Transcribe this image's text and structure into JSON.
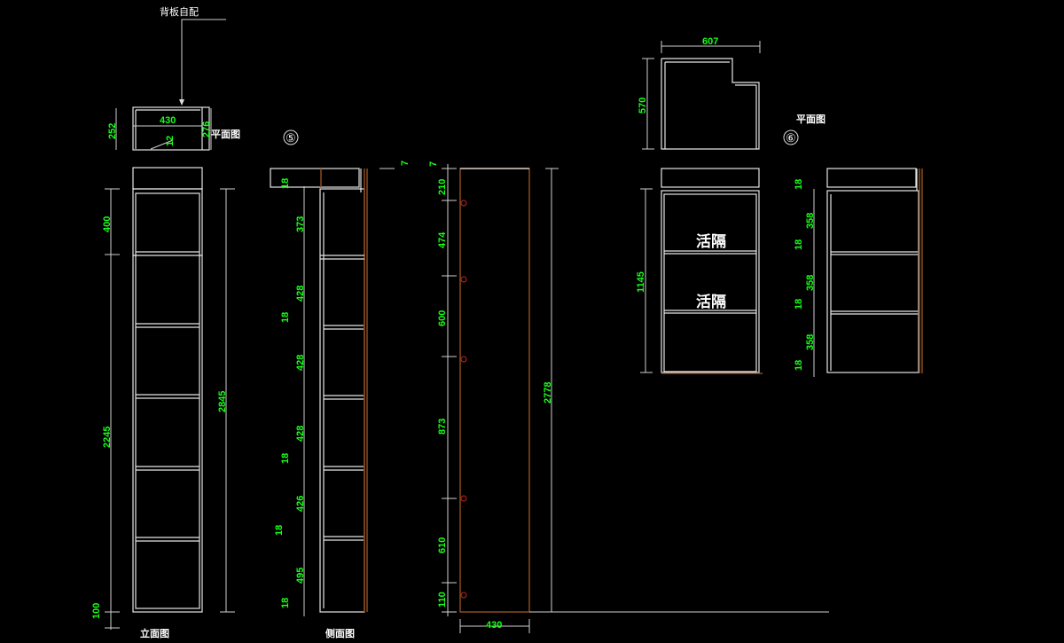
{
  "colors": {
    "background": "#000000",
    "lines": "#e6e6e6",
    "dimensions": "#19ff19",
    "back_panel": "#8a4a1c",
    "markers": "#d02020"
  },
  "labels": {
    "back_panel_note": "背板自配",
    "plan_view": "平面图",
    "elevation_view": "立面图",
    "side_view": "侧面图",
    "plan_view_6": "平面图",
    "marker_5": "⑤",
    "marker_6": "⑥",
    "movable_shelf_1": "活隔",
    "movable_shelf_2": "活隔"
  },
  "plan_5": {
    "width": "430",
    "depth_left": "252",
    "depth_right": "276",
    "offset": "12"
  },
  "elevation_5": {
    "top": "400",
    "body": "2245",
    "base": "100",
    "total": "2845"
  },
  "side_5": {
    "dims": [
      "18",
      "373",
      "428",
      "18",
      "428",
      "428",
      "18",
      "426",
      "18",
      "495",
      "18"
    ]
  },
  "panel_5": {
    "top_offset": "7",
    "top_offset_b": "7",
    "dims": [
      "210",
      "474",
      "600",
      "873",
      "610",
      "110"
    ],
    "total": "2778",
    "width": "430"
  },
  "plan_6": {
    "width": "607",
    "depth": "570"
  },
  "elevation_6": {
    "height": "1145"
  },
  "side_6": {
    "dims": [
      "18",
      "358",
      "18",
      "358",
      "18",
      "358",
      "18"
    ]
  }
}
